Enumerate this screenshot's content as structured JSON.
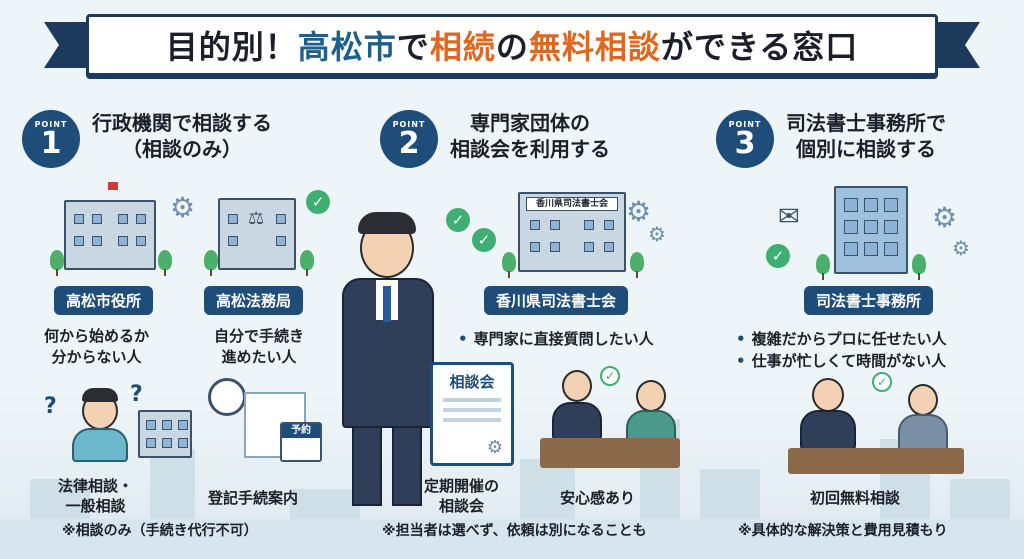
{
  "title": {
    "part1": "目的別！",
    "part2": "高松市",
    "part3": "で",
    "part4": "相続",
    "part5": "の",
    "part6": "無料相談",
    "part7": "ができる窓口"
  },
  "points": [
    {
      "label": "POINT",
      "number": "1",
      "heading_line1": "行政機関で相談する",
      "heading_line2": "（相談のみ）",
      "badges": [
        "高松市役所",
        "高松法務局"
      ],
      "desc_left_line1": "何から始めるか",
      "desc_left_line2": "分からない人",
      "desc_right_line1": "自分で手続き",
      "desc_right_line2": "進めたい人",
      "sub_left_line1": "法律相談・",
      "sub_left_line2": "一般相談",
      "sub_right": "登記手続案内",
      "calendar_label": "予約",
      "note": "※相談のみ（手続き代行不可）"
    },
    {
      "label": "POINT",
      "number": "2",
      "heading_line1": "専門家団体の",
      "heading_line2": "相談会を利用する",
      "building_sign": "香川県司法書士会",
      "badge": "香川県司法書士会",
      "bullets": [
        "専門家に直接質問したい人"
      ],
      "board_title": "相談会",
      "sub_left_line1": "定期開催の",
      "sub_left_line2": "相談会",
      "sub_right": "安心感あり",
      "note": "※担当者は選べず、依頼は別になることも"
    },
    {
      "label": "POINT",
      "number": "3",
      "heading_line1": "司法書士事務所で",
      "heading_line2": "個別に相談する",
      "badge": "司法書士事務所",
      "bullets": [
        "複雑だからプロに任せたい人",
        "仕事が忙しくて時間がない人"
      ],
      "sub": "初回無料相談",
      "note": "※具体的な解決策と費用見積もり"
    }
  ],
  "icons": {
    "gear": "⚙",
    "check": "✓",
    "question": "?",
    "clock": "🕘",
    "envelope": "✉"
  },
  "colors": {
    "navy": "#1f4d7a",
    "orange": "#e0671f",
    "blue": "#1f5f8b",
    "green": "#3fae72"
  }
}
